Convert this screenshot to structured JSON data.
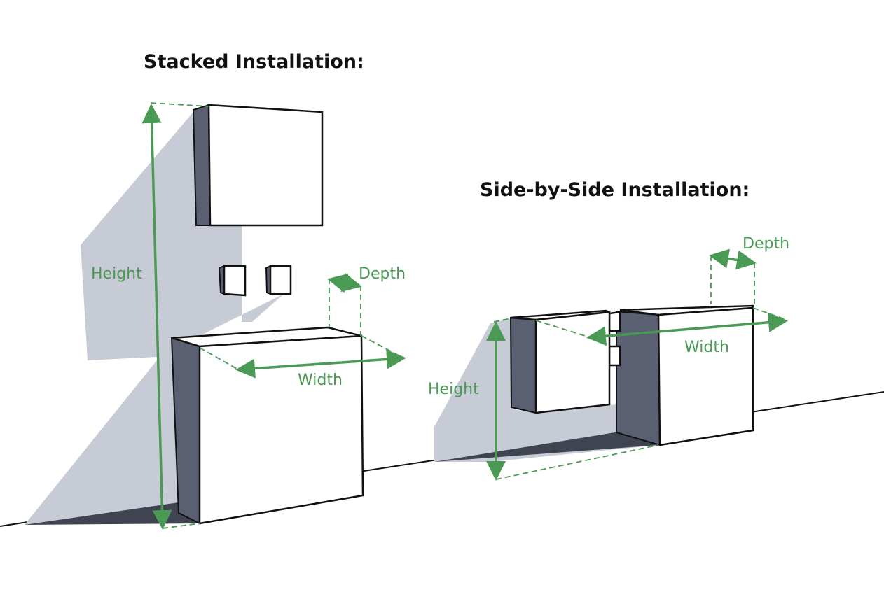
{
  "stacked": {
    "title": "Stacked Installation:",
    "height_label": "Height",
    "width_label": "Width",
    "depth_label": "Depth"
  },
  "side_by_side": {
    "title": "Side-by-Side Installation:",
    "height_label": "Height",
    "width_label": "Width",
    "depth_label": "Depth"
  },
  "colors": {
    "dimension": "#4a9a55",
    "shadow": "#c6cbd6",
    "side": "#5a6072"
  }
}
